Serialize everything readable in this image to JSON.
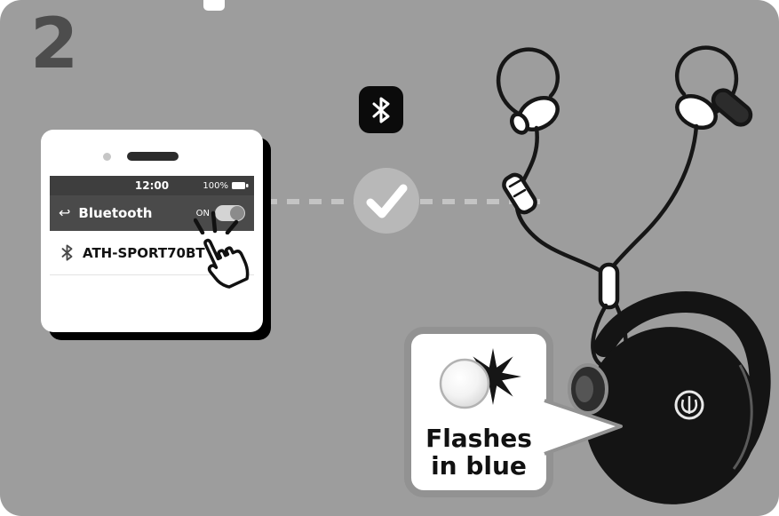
{
  "step": {
    "number": "2"
  },
  "colors": {
    "panel_bg": "#9d9d9d",
    "statusbar_bg": "#3e3e3e",
    "bluetooth_bar_bg": "#4a4a4a",
    "callout_border": "#929292",
    "badge_bg": "#0b0b0b",
    "check_circle_bg": "#b8b8b8"
  },
  "phone": {
    "statusbar": {
      "time": "12:00",
      "battery": "100%"
    },
    "bluetooth_bar": {
      "back_glyph": "↩",
      "title": "Bluetooth",
      "toggle_label": "ON",
      "toggle_state": "on"
    },
    "device_list": [
      {
        "name": "ATH-SPORT70BT",
        "icon": "bluetooth-icon"
      }
    ]
  },
  "indicators": {
    "bluetooth_badge_icon": "bluetooth-icon",
    "pairing_status_icon": "check-icon",
    "tap_hand_icon": "pointing-hand-icon",
    "connection_line": "dashed-line"
  },
  "callout": {
    "line1": "Flashes",
    "line2": "in blue",
    "led_icon": "led-flash-icon"
  },
  "illustrations": {
    "earphones": "bluetooth-sport-earphones",
    "earbud_closeup": "earbud-with-led"
  }
}
